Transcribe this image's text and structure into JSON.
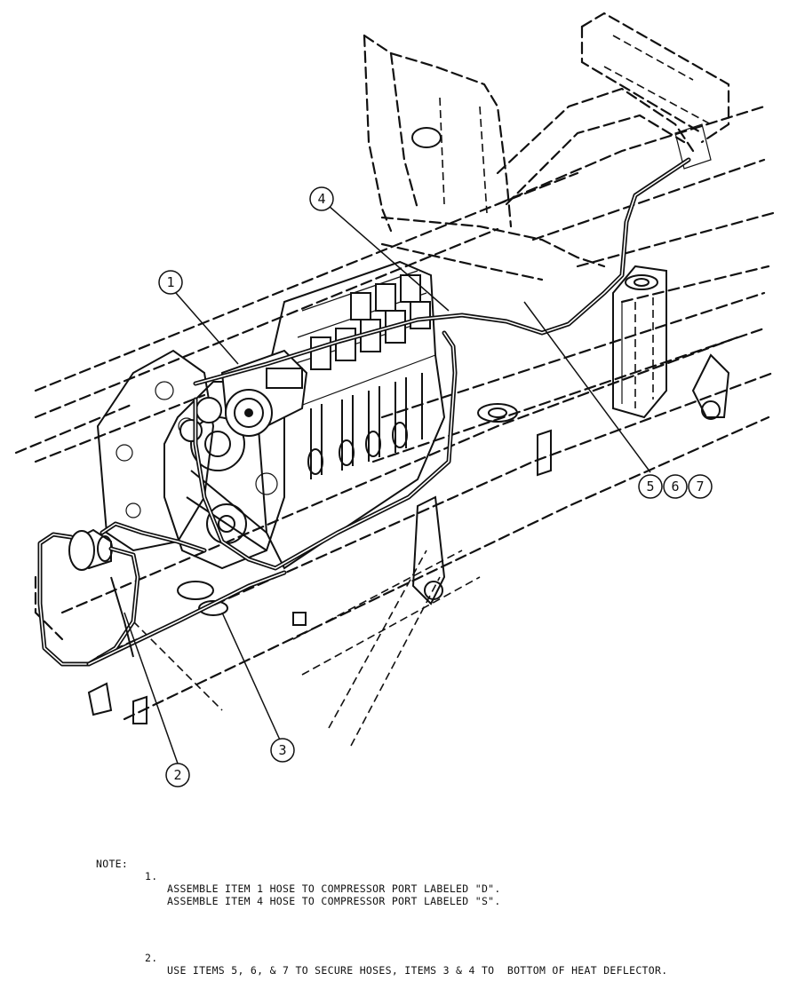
{
  "callouts": [
    {
      "id": "c1",
      "label": "1"
    },
    {
      "id": "c2",
      "label": "2"
    },
    {
      "id": "c3",
      "label": "3"
    },
    {
      "id": "c4",
      "label": "4"
    },
    {
      "id": "c5",
      "label": "5"
    },
    {
      "id": "c6",
      "label": "6"
    },
    {
      "id": "c7",
      "label": "7"
    }
  ],
  "notes": {
    "label": "NOTE:",
    "items": [
      {
        "number": "1.",
        "lines": [
          "ASSEMBLE ITEM 1 HOSE TO COMPRESSOR PORT LABELED \"D\".",
          "ASSEMBLE ITEM 4 HOSE TO COMPRESSOR PORT LABELED \"S\"."
        ]
      },
      {
        "number": "2.",
        "lines": [
          "USE ITEMS 5, 6, & 7 TO SECURE HOSES, ITEMS 3 & 4 TO  BOTTOM OF HEAT DEFLECTOR."
        ]
      }
    ]
  }
}
